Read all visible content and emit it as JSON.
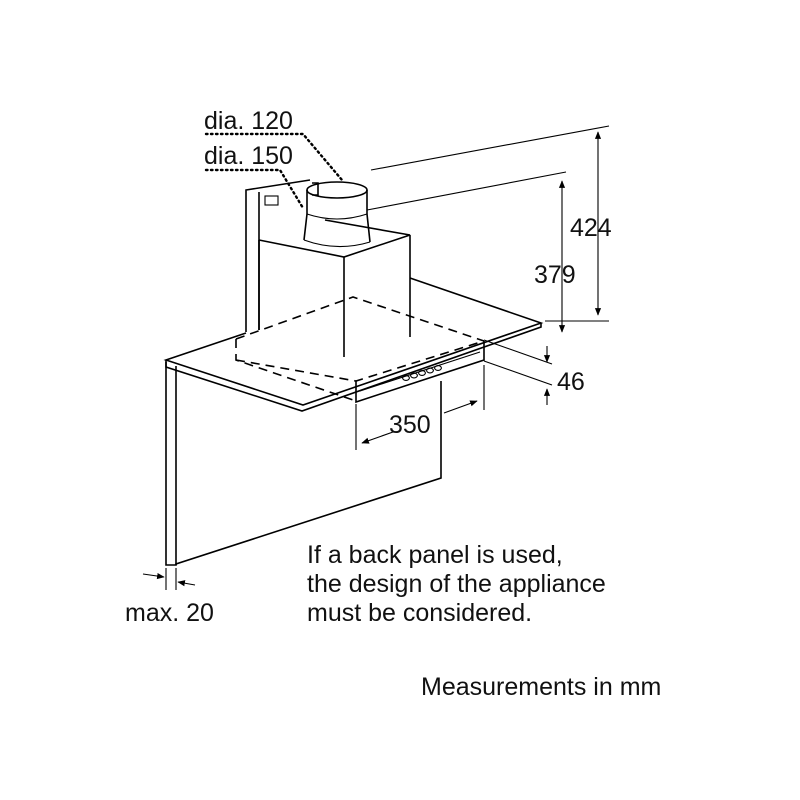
{
  "labels": {
    "dia_120": "dia. 120",
    "dia_150": "dia. 150",
    "dim_424": "424",
    "dim_379": "379",
    "dim_46": "46",
    "dim_350": "350",
    "max_20": "max. 20"
  },
  "note": {
    "line1": "If a back panel is used,",
    "line2": "the design of the appliance",
    "line3": "must be considered."
  },
  "units": "Measurements in mm"
}
